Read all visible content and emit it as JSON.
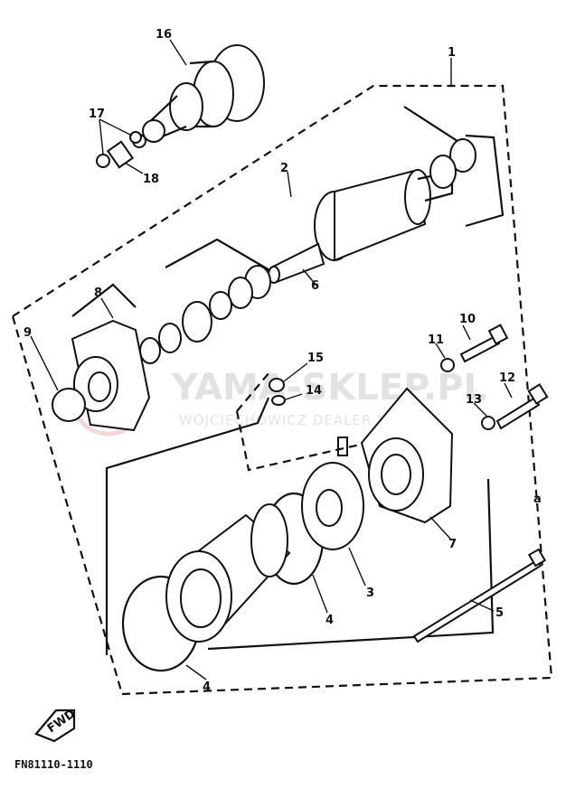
{
  "diagram": {
    "callouts": {
      "p1": "1",
      "p2": "2",
      "p3": "3",
      "p4a": "4",
      "p4b": "4",
      "p5": "5",
      "p6": "6",
      "p7": "7",
      "p8": "8",
      "p9": "9",
      "p10": "10",
      "p11": "11",
      "p12": "12",
      "p13": "13",
      "p14": "14",
      "p15": "15",
      "p16": "16",
      "p17": "17",
      "p18": "18"
    },
    "fwd_label": "FWD",
    "figure_code": "FN81110-1110",
    "extra_mark": "a"
  },
  "watermark": {
    "title": "YAMA-SKLEP.PL",
    "subtitle": "WOJCIECHOWICZ DEALER YAMAHA"
  },
  "colors": {
    "ink": "#111111",
    "watermark_text": "#e2e2e2",
    "watermark_logo": "#f4c9c9"
  }
}
